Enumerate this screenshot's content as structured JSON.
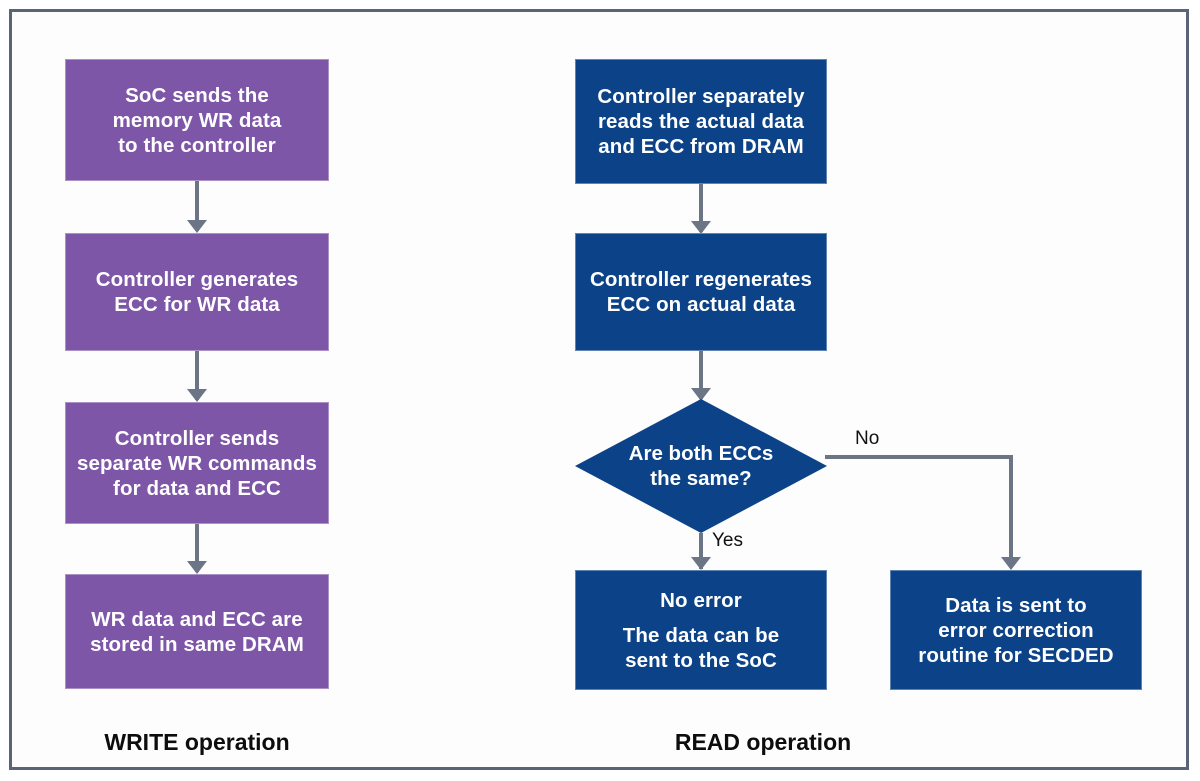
{
  "diagram": {
    "title_write": "WRITE operation",
    "title_read": "READ operation",
    "colors": {
      "write_box": "#7E56A8",
      "read_box": "#0B4288",
      "connector": "#6b7585",
      "frame": "#5a6476",
      "box_text": "#ffffff",
      "label_text": "#0d0d0d"
    }
  },
  "write_flow": {
    "nodes": [
      {
        "id": "soc-sends-wr-data",
        "lines": [
          "SoC sends the",
          "memory WR data",
          "to the controller"
        ]
      },
      {
        "id": "controller-generates-ecc",
        "lines": [
          "Controller generates",
          "ECC for WR data"
        ]
      },
      {
        "id": "controller-sends-wr-commands",
        "lines": [
          "Controller sends",
          "separate WR commands",
          "for data and ECC"
        ]
      },
      {
        "id": "wr-data-ecc-stored",
        "lines": [
          "WR data and ECC are",
          "stored in same DRAM"
        ]
      }
    ]
  },
  "read_flow": {
    "nodes": [
      {
        "id": "controller-reads-data-ecc",
        "lines": [
          "Controller separately",
          "reads the actual data",
          "and ECC from DRAM"
        ]
      },
      {
        "id": "controller-regenerates-ecc",
        "lines": [
          "Controller regenerates",
          "ECC on actual data"
        ]
      }
    ],
    "decision": {
      "id": "are-both-eccs-same",
      "lines": [
        "Are both ECCs",
        "the same?"
      ]
    },
    "branch_labels": {
      "yes": "Yes",
      "no": "No"
    },
    "outcomes": [
      {
        "id": "no-error-outcome",
        "heading": "No error",
        "lines": [
          "The data can be",
          "sent to the SoC"
        ]
      },
      {
        "id": "error-correction-outcome",
        "lines": [
          "Data is sent to",
          "error correction",
          "routine for SECDED"
        ]
      }
    ]
  }
}
